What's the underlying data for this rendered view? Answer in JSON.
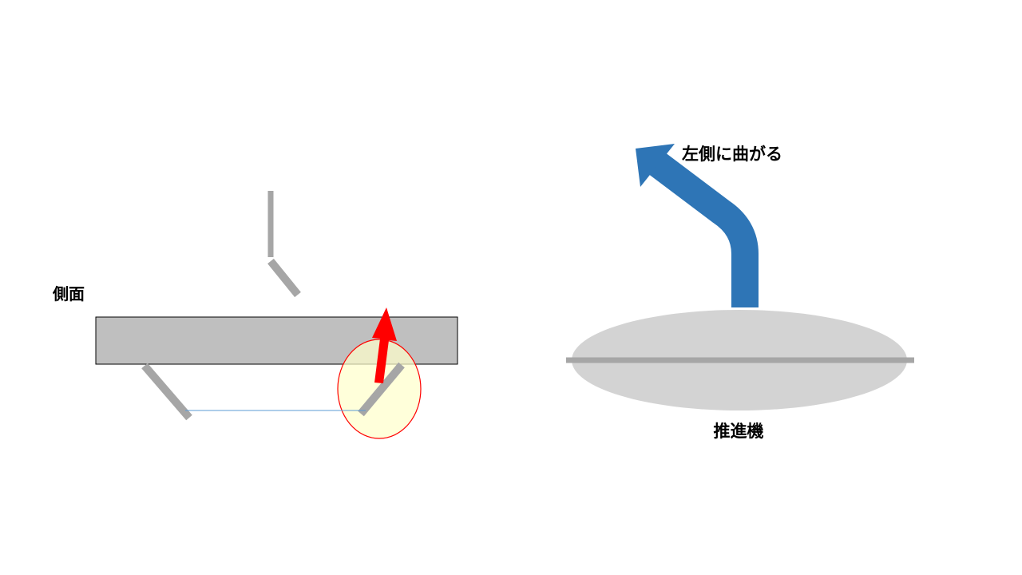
{
  "labels": {
    "side_view": "側面",
    "turn_left": "左側に曲がる",
    "propeller": "推進機"
  },
  "colors": {
    "background": "#ffffff",
    "board_fill": "#bfbfbf",
    "board_stroke": "#000000",
    "strut": "#a6a6a6",
    "highlight_fill": "#ffffcc",
    "highlight_stroke": "#ff0000",
    "force_arrow": "#ff0000",
    "flow_arrow": "#2e75b6",
    "propeller_disc": "#d3d3d3",
    "propeller_axis": "#a6a6a6",
    "link_line": "#5b9bd5"
  },
  "icons": {
    "force_arrow": "up-arrow-icon",
    "flow_arrow": "curved-arrow-left-icon"
  }
}
